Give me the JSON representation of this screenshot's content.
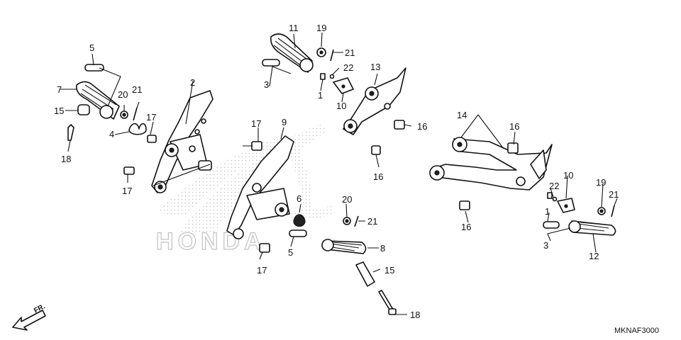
{
  "callouts": [
    "1",
    "2",
    "3",
    "4",
    "5",
    "6",
    "7",
    "8",
    "9",
    "10",
    "11",
    "12",
    "13",
    "14",
    "15",
    "16",
    "17",
    "18",
    "19",
    "20",
    "21",
    "22"
  ],
  "diagram_code": "MKNAF3000",
  "front_arrow_label": "FR.",
  "watermark_text": "HONDA"
}
